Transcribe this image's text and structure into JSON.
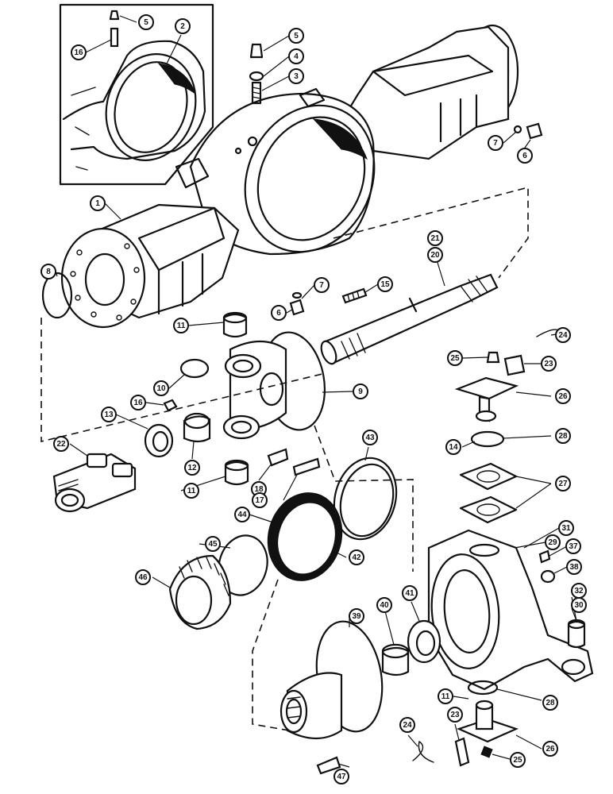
{
  "diagram": {
    "callouts": [
      {
        "label": "5"
      },
      {
        "label": "2"
      },
      {
        "label": "16"
      },
      {
        "label": "5"
      },
      {
        "label": "4"
      },
      {
        "label": "3"
      },
      {
        "label": "7"
      },
      {
        "label": "6"
      },
      {
        "label": "1"
      },
      {
        "label": "21"
      },
      {
        "label": "20"
      },
      {
        "label": "8"
      },
      {
        "label": "7"
      },
      {
        "label": "15"
      },
      {
        "label": "6"
      },
      {
        "label": "11"
      },
      {
        "label": "24"
      },
      {
        "label": "25"
      },
      {
        "label": "23"
      },
      {
        "label": "10"
      },
      {
        "label": "9"
      },
      {
        "label": "26"
      },
      {
        "label": "16"
      },
      {
        "label": "13"
      },
      {
        "label": "28"
      },
      {
        "label": "14"
      },
      {
        "label": "22"
      },
      {
        "label": "12"
      },
      {
        "label": "43"
      },
      {
        "label": "27"
      },
      {
        "label": "18"
      },
      {
        "label": "11"
      },
      {
        "label": "17"
      },
      {
        "label": "44"
      },
      {
        "label": "31"
      },
      {
        "label": "29"
      },
      {
        "label": "37"
      },
      {
        "label": "45"
      },
      {
        "label": "42"
      },
      {
        "label": "38"
      },
      {
        "label": "46"
      },
      {
        "label": "32"
      },
      {
        "label": "30"
      },
      {
        "label": "39"
      },
      {
        "label": "40"
      },
      {
        "label": "41"
      },
      {
        "label": "11"
      },
      {
        "label": "28"
      },
      {
        "label": "24"
      },
      {
        "label": "23"
      },
      {
        "label": "26"
      },
      {
        "label": "25"
      },
      {
        "label": "47"
      }
    ]
  }
}
